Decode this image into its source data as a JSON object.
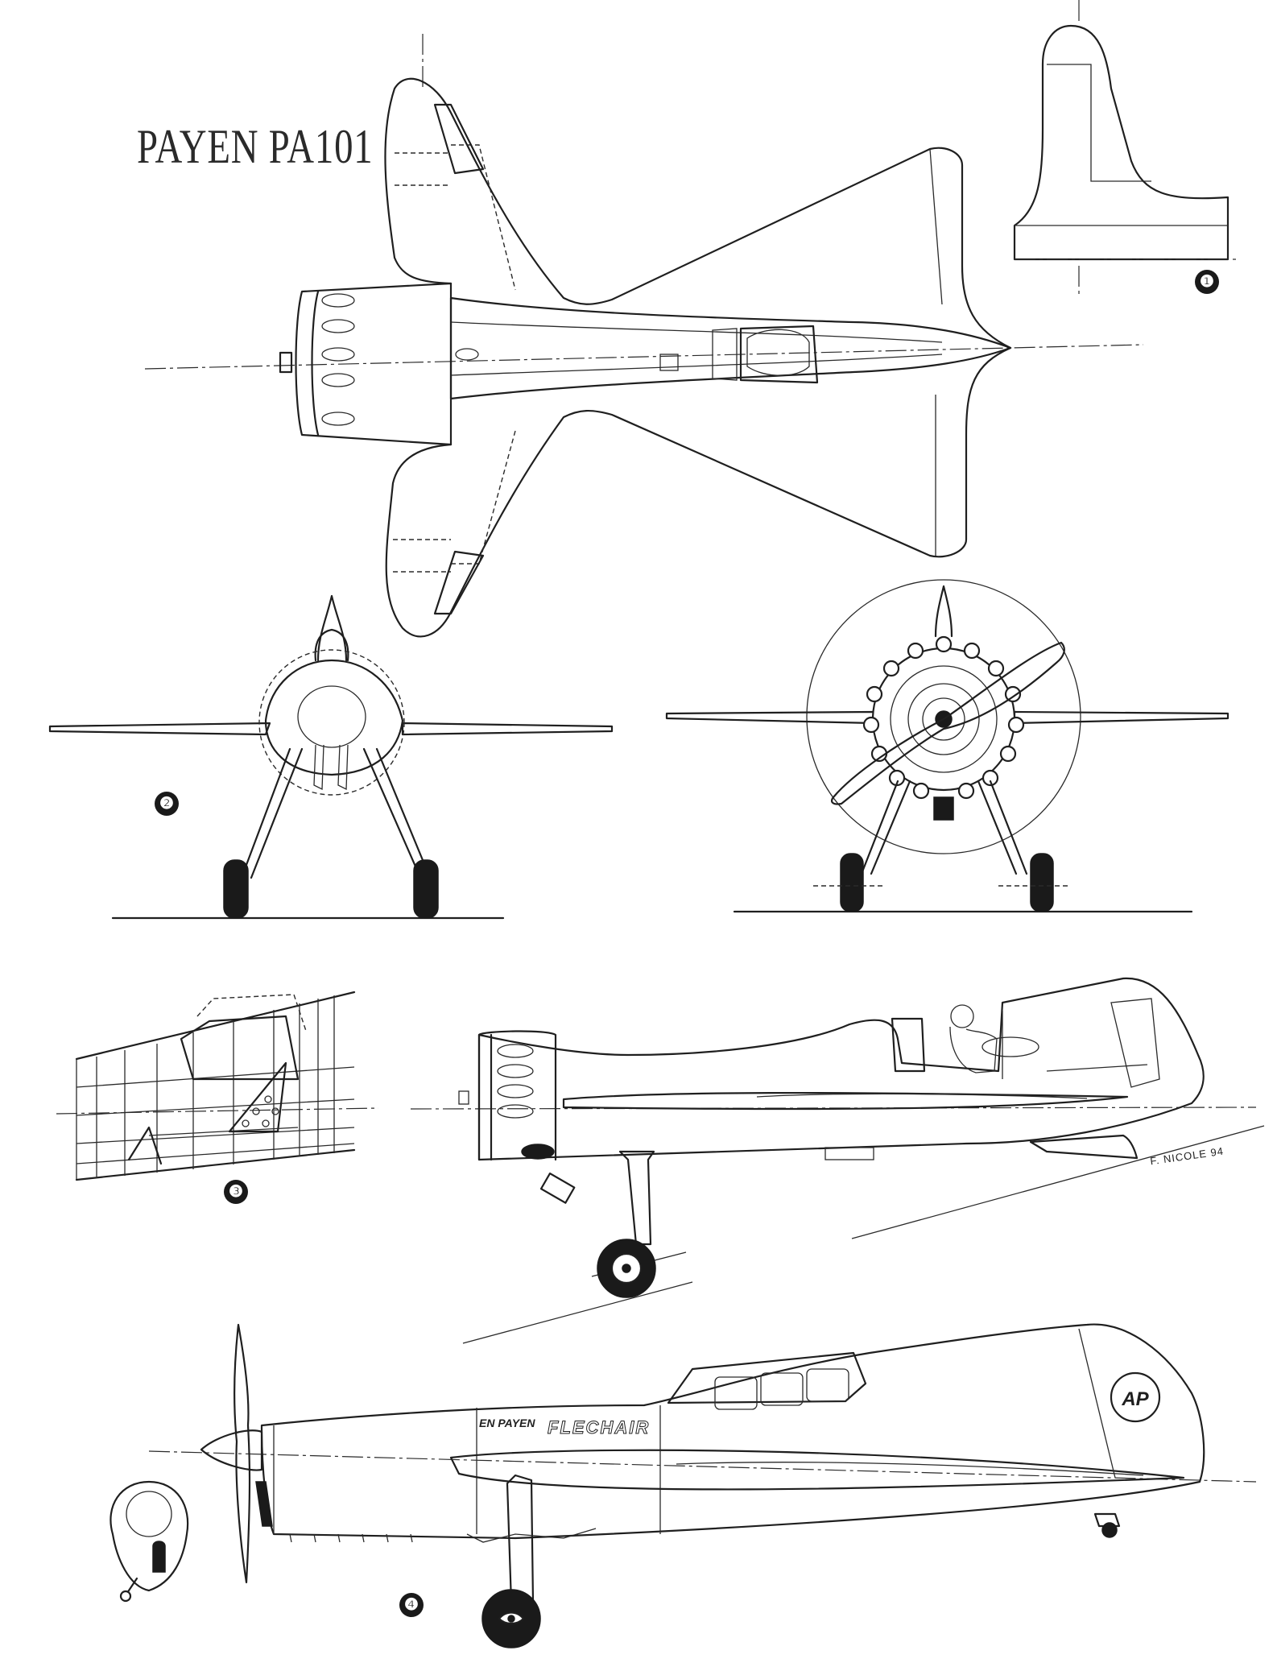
{
  "title": "PAYEN PA101",
  "view_markers": [
    "❶",
    "❷",
    "❸",
    "❹"
  ],
  "fuselage_lettering": [
    "EN PAYEN",
    "FLECHAIR"
  ],
  "roundel_lettering": "AP",
  "artist_signature": "F. NICOLE 94"
}
